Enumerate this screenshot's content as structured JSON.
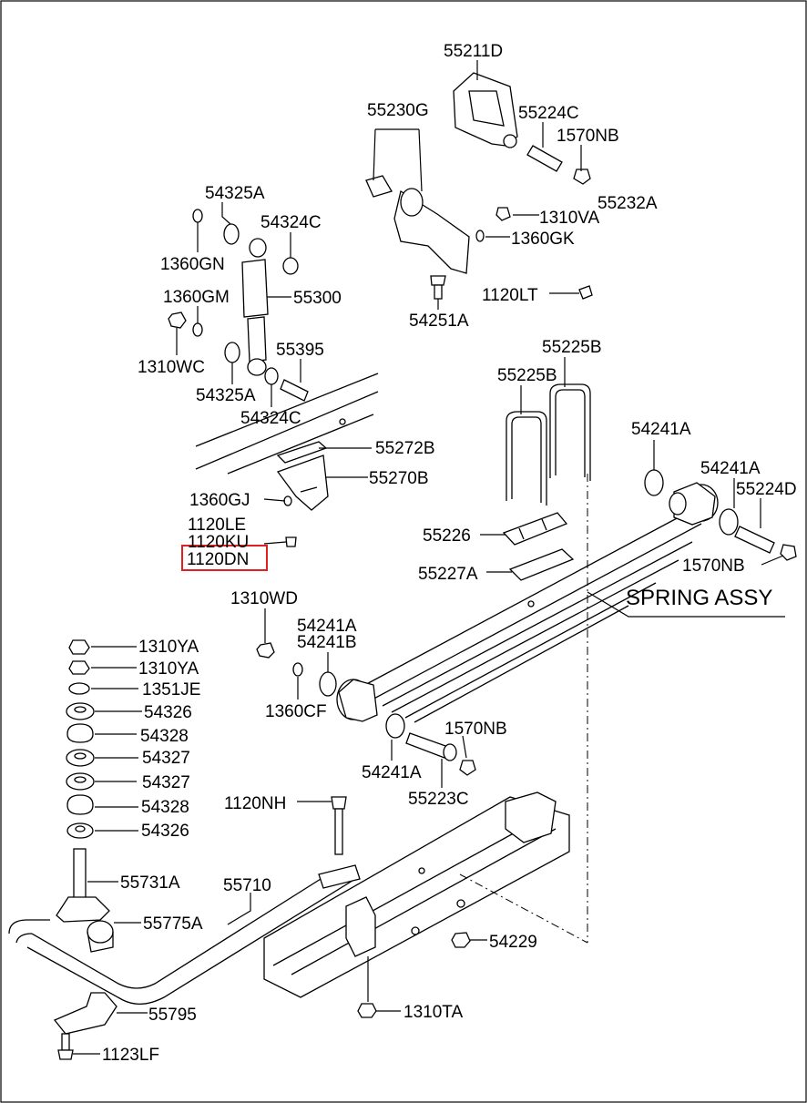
{
  "highlight_color": "#e02020",
  "labels": {
    "p55211D": "55211D",
    "p55230G": "55230G",
    "p55224C_top": "55224C",
    "p1570NB_top": "1570NB",
    "p55232A": "55232A",
    "p1310VA": "1310VA",
    "p1360GK": "1360GK",
    "p54325A_top": "54325A",
    "p54324C_top": "54324C",
    "p1360GN": "1360GN",
    "p55300": "55300",
    "p1360GM": "1360GM",
    "p1120LT": "1120LT",
    "p54251A": "54251A",
    "p1310WC": "1310WC",
    "p55395": "55395",
    "p55225B_a": "55225B",
    "p55225B_b": "55225B",
    "p54325A_bot": "54325A",
    "p54324C_bot": "54324C",
    "p54241A_1": "54241A",
    "p55272B": "55272B",
    "p54241A_2": "54241A",
    "p55224D": "55224D",
    "p55270B": "55270B",
    "p1360GJ": "1360GJ",
    "p1120LE": "1120LE",
    "p1120KU": "1120KU",
    "p1120DN": "1120DN",
    "p55226": "55226",
    "p1570NB_right": "1570NB",
    "p55227A": "55227A",
    "spring_assy": "SPRING ASSY",
    "p1310WD": "1310WD",
    "p54241A_3": "54241A",
    "p54241B": "54241B",
    "p1310YA_1": "1310YA",
    "p1310YA_2": "1310YA",
    "p1351JE": "1351JE",
    "p54326_1": "54326",
    "p1360CF": "1360CF",
    "p54328_1": "54328",
    "p1570NB_bot": "1570NB",
    "p54327_1": "54327",
    "p54241A_4": "54241A",
    "p54327_2": "54327",
    "p55223C": "55223C",
    "p1120NH": "1120NH",
    "p54328_2": "54328",
    "p54326_2": "54326",
    "p55731A": "55731A",
    "p55710": "55710",
    "p55775A": "55775A",
    "p54229": "54229",
    "p1310TA": "1310TA",
    "p55795": "55795",
    "p1123LF": "1123LF"
  }
}
